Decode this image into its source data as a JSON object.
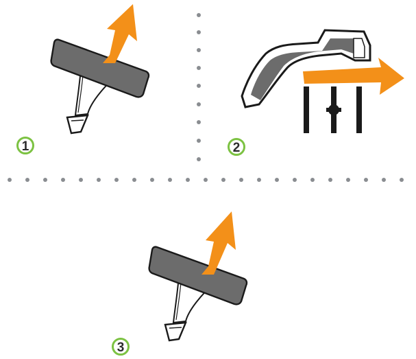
{
  "colors": {
    "accent_orange": "#f39019",
    "step_badge_green": "#7cc242",
    "pad_gray": "#6c6c6c",
    "outline": "#1a1a1a",
    "divider_dots": "#8a8d91",
    "background": "#ffffff"
  },
  "steps": [
    {
      "label": "1",
      "illustration": "clip-pull-up"
    },
    {
      "label": "2",
      "illustration": "slide-out-right"
    },
    {
      "label": "3",
      "illustration": "clip-pull-up"
    }
  ],
  "icons": {
    "arrow": "orange-arrow-icon",
    "rail": "rail-icon",
    "clip": "clip-icon",
    "bracket": "bracket-icon"
  }
}
